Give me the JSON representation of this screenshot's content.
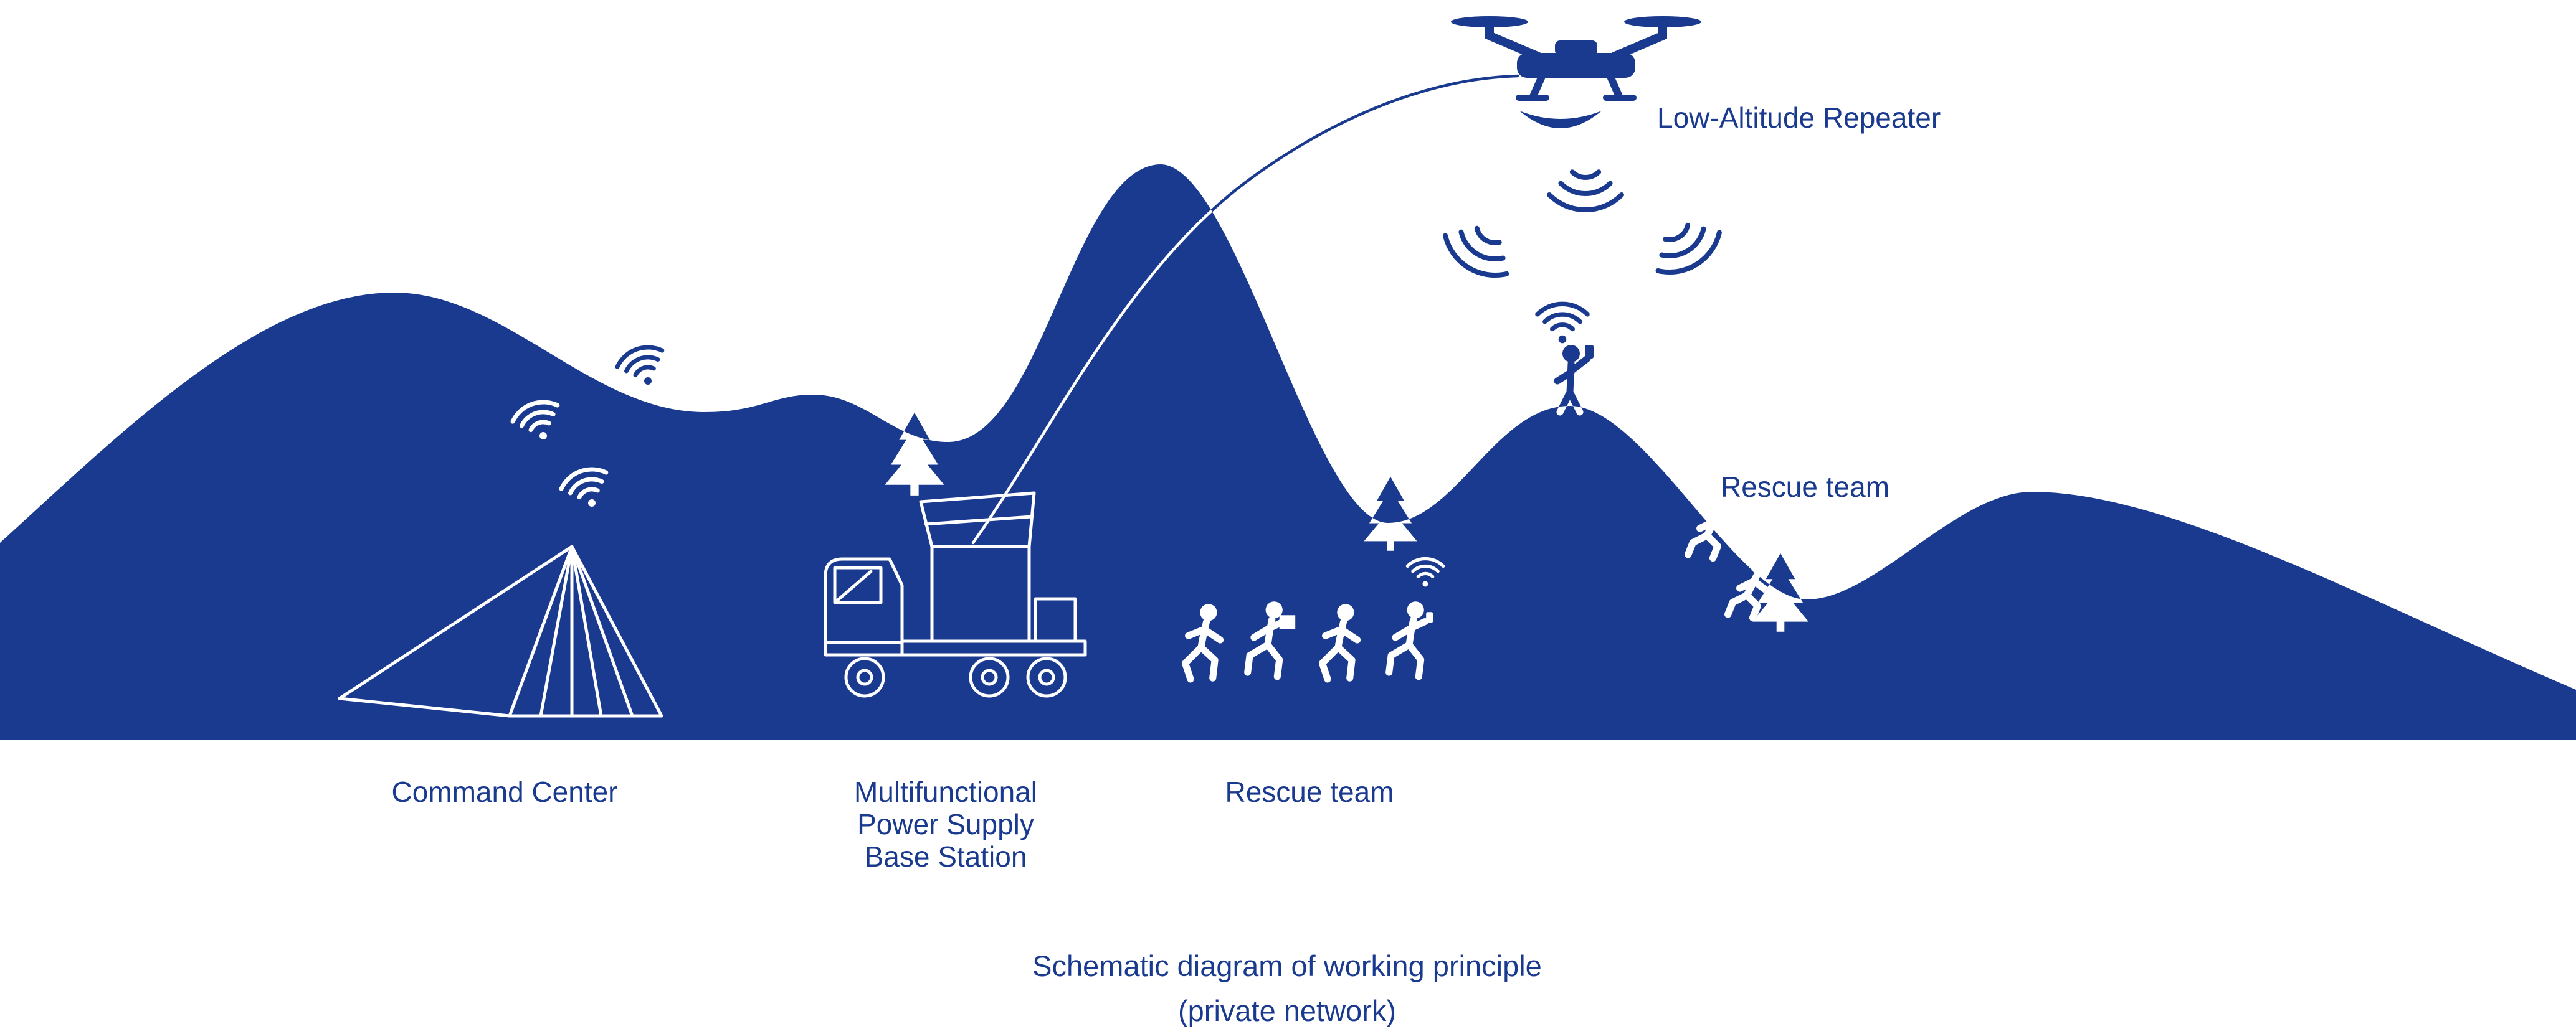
{
  "title": "Schematic diagram of working principle (private network)",
  "colors": {
    "primary": "#1a3a8f",
    "background": "#ffffff"
  },
  "labels": {
    "low_altitude_repeater": "Low-Altitude Repeater",
    "rescue_team_hill": "Rescue team",
    "command_center": "Command Center",
    "base_station": [
      "Multifunctional",
      "Power Supply",
      "Base Station"
    ],
    "rescue_team_ground": "Rescue team",
    "caption": [
      "Schematic diagram of working principle",
      "(private network)"
    ]
  },
  "icons": {
    "drone-icon": "quadcopter low-altitude repeater silhouette",
    "dish-icon": "signal dish crescent under drone",
    "signal-waves-icon": "three nested arcs radiating downward from drone",
    "wifi-icon": "wifi fan of three arcs with dot",
    "tent-icon": "line-drawn command center tent",
    "truck-icon": "line-drawn flatbed truck with open power box",
    "tree-icon": "pine tree silhouette",
    "runner-icon": "running rescuer silhouette",
    "climber-icon": "climbing rescuer silhouette",
    "standing-rescuer-icon": "rescuer on summit holding radio up",
    "radio-icon": "handheld radio device",
    "tether-line": "curved link from base station up to drone"
  }
}
